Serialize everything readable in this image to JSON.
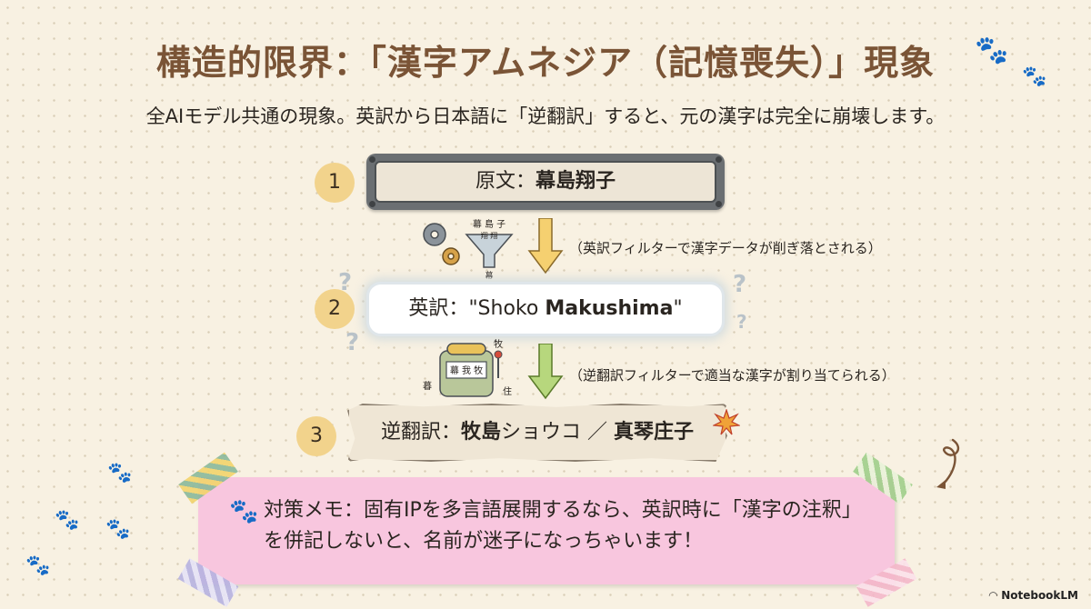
{
  "title": "構造的限界：「漢字アムネジア（記憶喪失）」現象",
  "subtitle": "全AIモデル共通の現象。英訳から日本語に「逆翻訳」すると、元の漢字は完全に崩壊します。",
  "steps": [
    {
      "number": "1",
      "label": "原文：",
      "value": "幕島翔子"
    },
    {
      "number": "2",
      "label": "英訳：",
      "value_prefix": "\"Shoko ",
      "value_bold": "Makushima",
      "value_suffix": "\""
    },
    {
      "number": "3",
      "label": "逆翻訳：",
      "value_bold_a": "牧島",
      "value_plain": "ショウコ ／ ",
      "value_bold_b": "真琴庄子"
    }
  ],
  "captions": {
    "filter_english": "（英訳フィルターで漢字データが削ぎ落とされる）",
    "filter_back": "（逆翻訳フィルターで適当な漢字が割り当てられる）"
  },
  "illustration_text": {
    "funnel_top": "幕 島 子",
    "funnel_mid": "翔 翔",
    "funnel_out": "幕",
    "slot_reels": "幕 我 牧",
    "slot_side_a": "牧",
    "slot_side_b": "住",
    "slot_side_c": "暮"
  },
  "memo": "対策メモ：固有IPを多言語展開するなら、英訳時に「漢字の注釈」を併記しないと、名前が迷子になっちゃいます！",
  "brand": "NotebookLM",
  "colors": {
    "title": "#7a5436",
    "step_badge": "#f2d38c",
    "note_bg": "#f8c6de",
    "arrow_top": "#f5d070",
    "arrow_bottom": "#b7d77d"
  }
}
